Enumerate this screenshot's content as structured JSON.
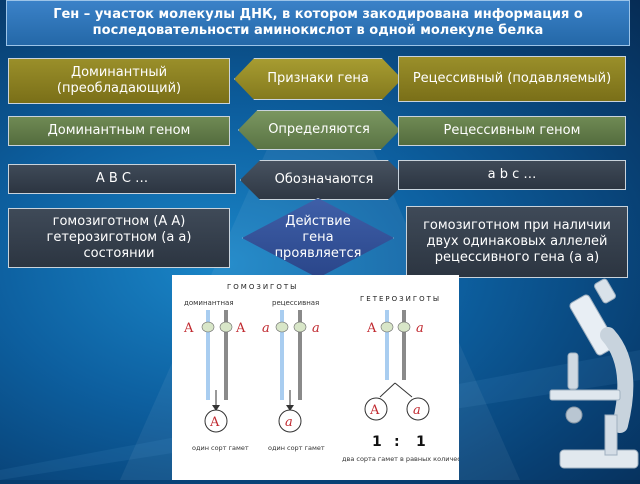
{
  "title": "Ген – участок молекулы ДНК, в котором закодирована информация о последовательности аминокислот в одной молекуле белка",
  "rows": [
    {
      "left": "Доминантный (преобладающий)",
      "center": "Признаки гена",
      "right": "Рецессивный (подавляемый)"
    },
    {
      "left": "Доминантным геном",
      "center": "Определяются",
      "right": "Рецессивным геном"
    },
    {
      "left": "А В С …",
      "center": "Обозначаются",
      "right": "a b c …"
    },
    {
      "left": "гомозиготном (А А) гетерозиготном (а а) состоянии",
      "center": "Действие гена проявляется",
      "right": "гомозиготном при наличии двух одинаковых аллелей рецессивного гена (а а)"
    }
  ],
  "figure": {
    "homo_title": "ГОМОЗИГОТЫ",
    "hetero_title": "ГЕТЕРОЗИГОТЫ",
    "dominant_label": "доминантная",
    "recessive_label": "рецессивная",
    "allele_A": "A",
    "allele_a": "a",
    "gamete_dom": "один сорт гамет",
    "gamete_rec": "один сорт гамет",
    "ratio_1": "1",
    "ratio_sep": ":",
    "ratio_2": "1",
    "gamete_het": "два сорта гамет в равных количествах"
  },
  "colors": {
    "olive": "#8a7f22",
    "green": "#62794a",
    "dark": "#343e4b",
    "blue": "#32519a",
    "chromosome_blue": "#a9cdf0",
    "chromosome_gray": "#8a8a8a",
    "allele_red": "#c0282e"
  }
}
